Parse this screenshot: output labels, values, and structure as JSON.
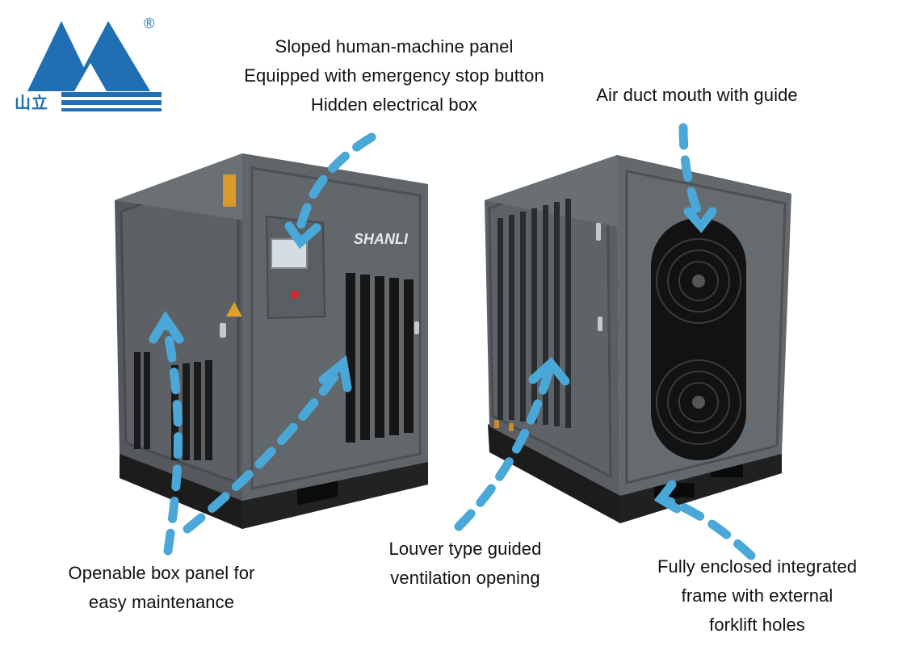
{
  "brand": {
    "logo_text": "山立",
    "registered_mark": "®",
    "machine_badge": "SHANLI",
    "color": "#1f6fb2"
  },
  "captions": {
    "panel": [
      "Sloped human-machine panel",
      "Equipped with emergency stop button",
      "Hidden electrical box"
    ],
    "air_duct": [
      "Air duct mouth with guide"
    ],
    "box_panel": [
      "Openable box panel for",
      "easy maintenance"
    ],
    "louver": [
      "Louver type guided",
      "ventilation opening"
    ],
    "frame": [
      "Fully enclosed integrated",
      "frame with external",
      "forklift holes"
    ]
  },
  "colors": {
    "cabinet": "#5f6468",
    "cabinet_dark": "#4a4e52",
    "base": "#1c1c1c",
    "arrow": "#4aa8d8",
    "estop": "#d8262a"
  }
}
